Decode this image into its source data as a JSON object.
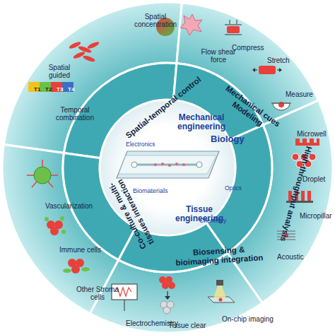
{
  "diagram": {
    "nodes": [
      {
        "text": [
          "Mechanical engineering",
          "Biology",
          "Electronics",
          "Biomaterials",
          "Optics",
          "Tissue engineering",
          "Chemistry"
        ]
      },
      {
        "text": [
          "Spatial-temporal control",
          "Spatial concentration",
          "Spatial guided",
          "Temporal combination",
          "T1",
          "T2",
          "T3",
          "T4"
        ]
      },
      {
        "text": [
          "Mechanical cues Modeling",
          "Flow shear force",
          "Compress",
          "Stretch",
          "Measure"
        ]
      },
      {
        "text": [
          "High-throughput analysis",
          "Microwell",
          "Droplet",
          "Micropillar",
          "Acoustic"
        ]
      },
      {
        "text": [
          "Biosensing & bioimaging integration",
          "Electrochemistry",
          "Tissue clear",
          "On-chip imaging"
        ]
      },
      {
        "text": [
          "Co-culture & multi-tissues interaction",
          "Vascularization",
          "Immune cells",
          "Other Stroma cells"
        ]
      }
    ]
  }
}
